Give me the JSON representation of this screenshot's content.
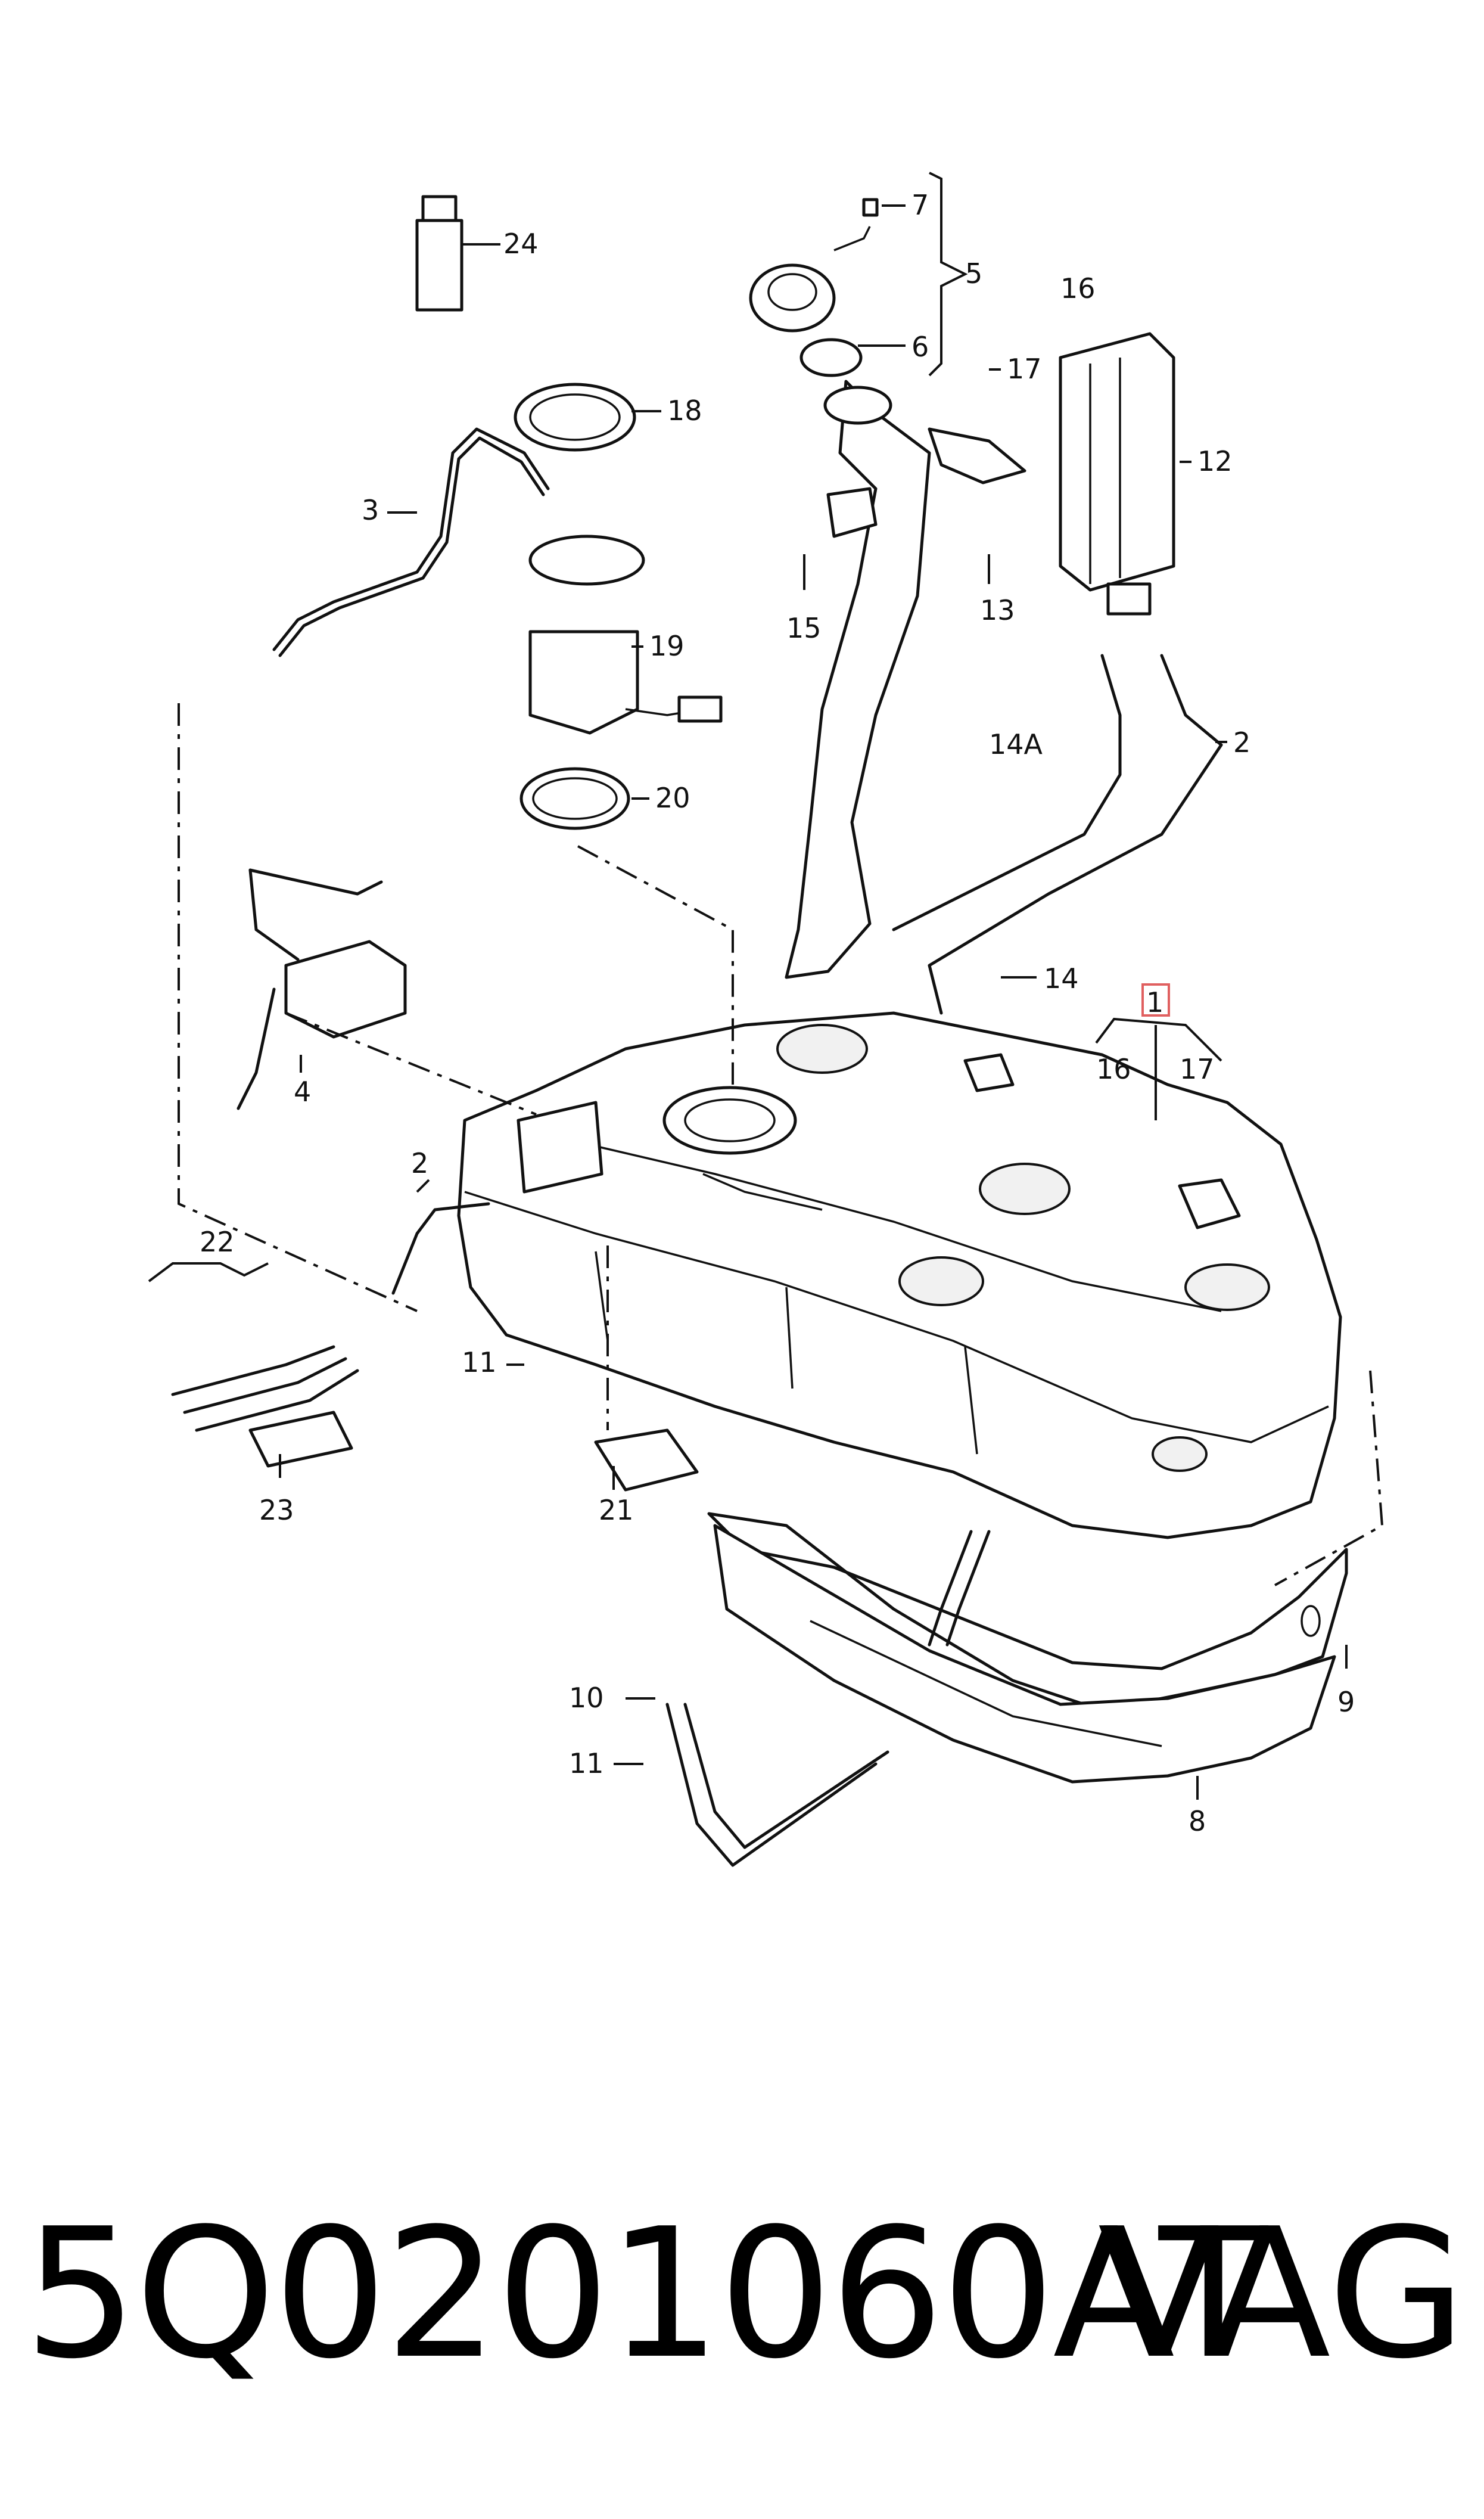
{
  "callouts": {
    "c1": "1",
    "c2a": "2",
    "c2b": "2",
    "c3": "3",
    "c4": "4",
    "c5": "5",
    "c6": "6",
    "c7": "7",
    "c8": "8",
    "c9": "9",
    "c10": "10",
    "c11a": "11",
    "c11b": "11",
    "c12": "12",
    "c13": "13",
    "c14": "14",
    "c14a": "14A",
    "c15": "15",
    "c16a": "16",
    "c16b": "16",
    "c17a": "17",
    "c17b": "17",
    "c18": "18",
    "c19": "19",
    "c20": "20",
    "c21": "21",
    "c22": "22",
    "c23": "23",
    "c24": "24"
  },
  "footer": {
    "part_number": "5Q0201060AT",
    "brand": "VAG"
  },
  "colors": {
    "line": "#111111",
    "highlight": "#e06060",
    "background": "#ffffff"
  }
}
